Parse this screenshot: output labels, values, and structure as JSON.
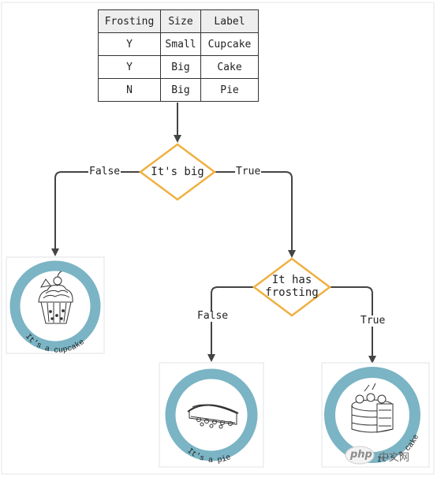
{
  "table": {
    "headers": [
      "Frosting",
      "Size",
      "Label"
    ],
    "rows": [
      [
        "Y",
        "Small",
        "Cupcake"
      ],
      [
        "Y",
        "Big",
        "Cake"
      ],
      [
        "N",
        "Big",
        "Pie"
      ]
    ]
  },
  "nodes": {
    "root": {
      "label": "It's big"
    },
    "second": {
      "label_line1": "It has",
      "label_line2": "frosting"
    }
  },
  "edges": {
    "root_false": "False",
    "root_true": "True",
    "second_false": "False",
    "second_true": "True"
  },
  "leaves": {
    "cupcake": {
      "caption": "It's a cupcake"
    },
    "pie": {
      "caption": "It's a pie"
    },
    "cake": {
      "caption": "It's a cake"
    }
  },
  "colors": {
    "ring": "#7bb4c4",
    "diamond_border": "#f0b040",
    "line": "#444444"
  },
  "watermark": {
    "brand": "php",
    "suffix": "中文网"
  }
}
